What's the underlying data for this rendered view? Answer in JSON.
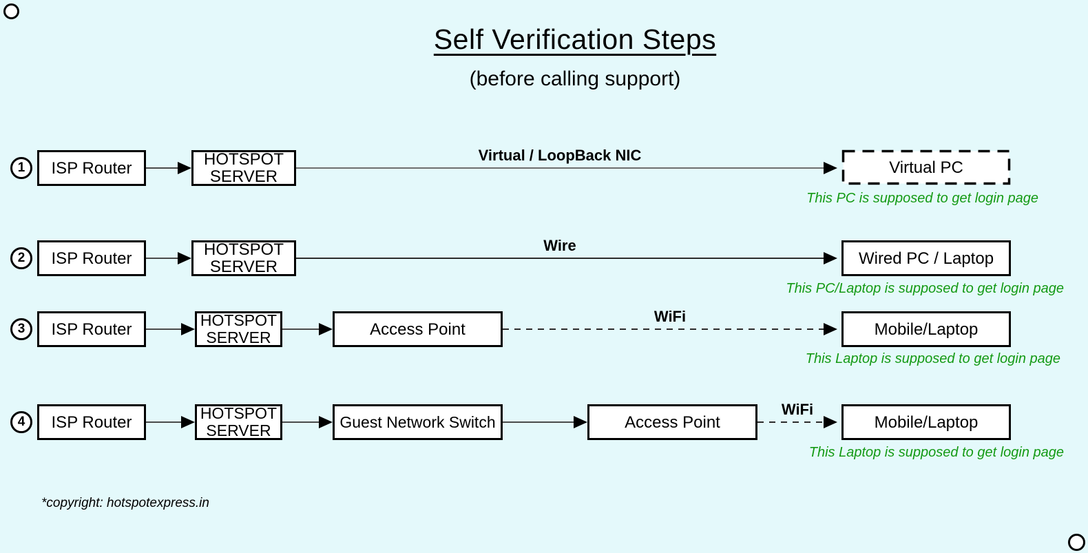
{
  "title": "Self Verification Steps",
  "subtitle": "(before calling support)",
  "copyright": "*copyright: hotspotexpress.in",
  "colors": {
    "background": "#e4f9fb",
    "note_green": "#149a14",
    "box_border": "#000000",
    "box_fill": "#ffffff"
  },
  "rows": [
    {
      "step": "1",
      "nodes": {
        "isp": "ISP Router",
        "hotspot": "HOTSPOT SERVER",
        "target": "Virtual PC"
      },
      "link_label": "Virtual / LoopBack NIC",
      "link_type": "solid",
      "note": "This PC is supposed to get login page"
    },
    {
      "step": "2",
      "nodes": {
        "isp": "ISP Router",
        "hotspot": "HOTSPOT SERVER",
        "target": "Wired PC / Laptop"
      },
      "link_label": "Wire",
      "link_type": "solid",
      "note": "This PC/Laptop is supposed to get login page"
    },
    {
      "step": "3",
      "nodes": {
        "isp": "ISP Router",
        "hotspot": "HOTSPOT SERVER",
        "ap": "Access Point",
        "target": "Mobile/Laptop"
      },
      "link_label": "WiFi",
      "link_type": "dashed",
      "note": "This Laptop is supposed to get login page"
    },
    {
      "step": "4",
      "nodes": {
        "isp": "ISP Router",
        "hotspot": "HOTSPOT SERVER",
        "switch": "Guest Network Switch",
        "ap": "Access Point",
        "target": "Mobile/Laptop"
      },
      "link_label": "WiFi",
      "link_type": "dashed",
      "note": "This Laptop is supposed to get login page"
    }
  ]
}
